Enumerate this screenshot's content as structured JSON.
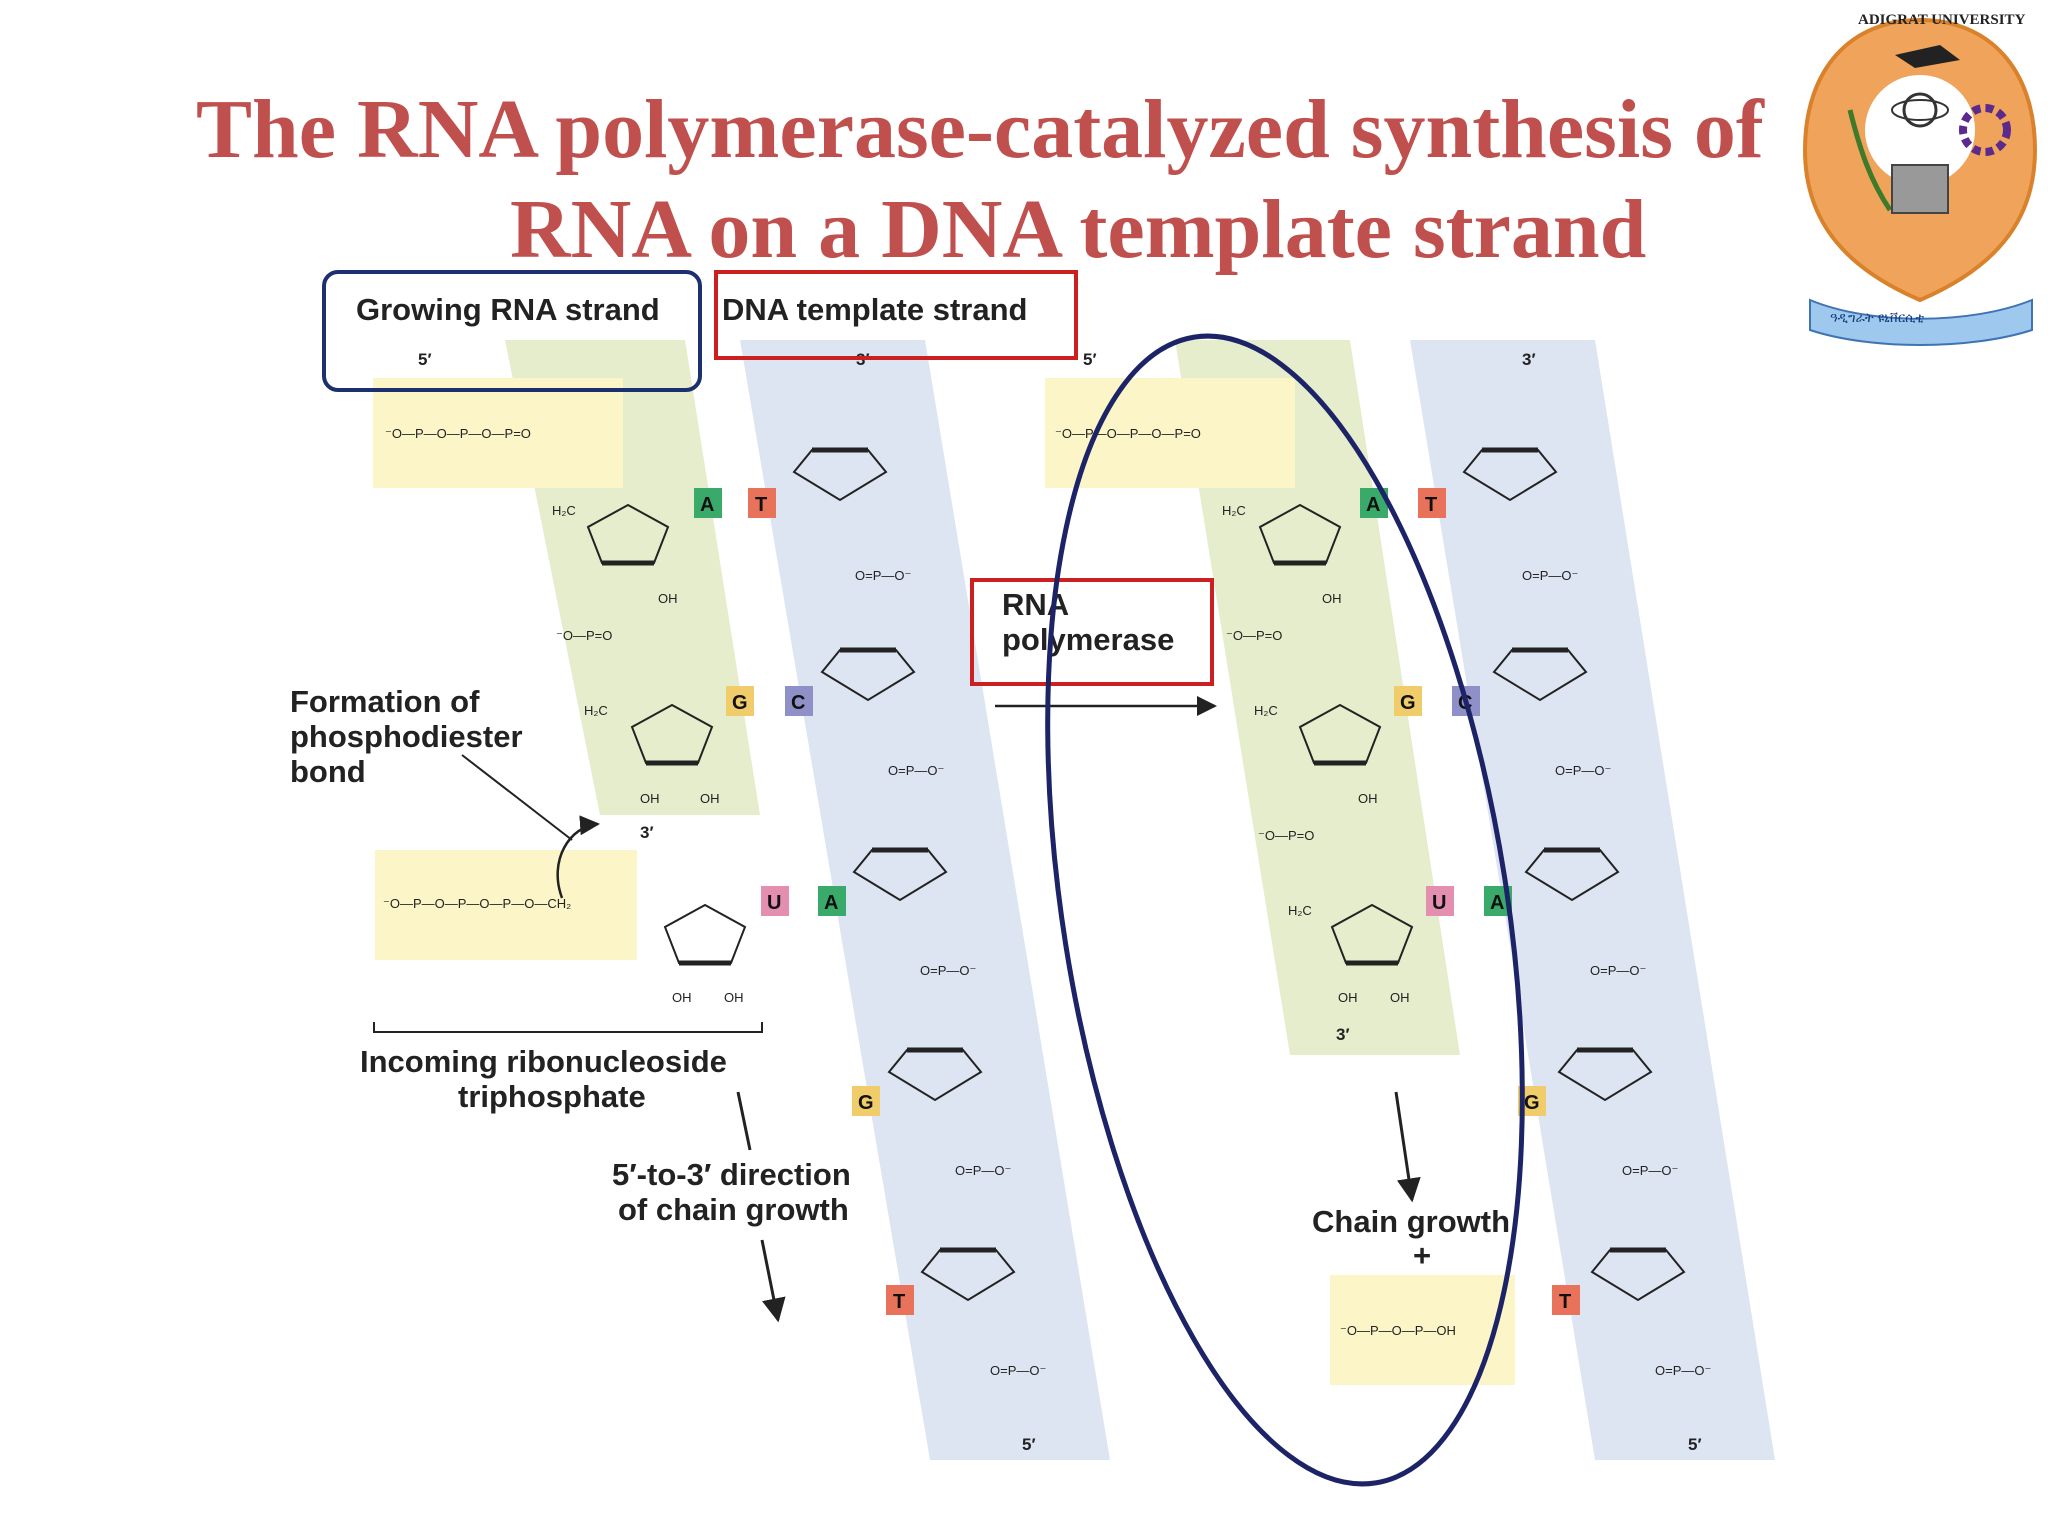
{
  "title": {
    "line1": "The RNA polymerase-catalyzed synthesis of",
    "line2": "RNA on a DNA template strand"
  },
  "logo": {
    "text": "ADIGRAT UNIVERSITY",
    "ribbon": "ዓዲግራት ዩኒቨርሲቲ"
  },
  "labels": {
    "growing_rna": "Growing RNA strand",
    "dna_template": "DNA template strand",
    "rna_polymerase_1": "RNA",
    "rna_polymerase_2": "polymerase",
    "phospho_1": "Formation of",
    "phospho_2": "phosphodiester",
    "phospho_3": "bond",
    "incoming_1": "Incoming ribonucleoside",
    "incoming_2": "triphosphate",
    "direction_1": "5′-to-3′ direction",
    "direction_2": "of chain growth",
    "chain_growth": "Chain growth",
    "plus": "+"
  },
  "ends": {
    "five": "5′",
    "three": "3′"
  },
  "chem": {
    "h": "H",
    "o": "O",
    "oh": "OH",
    "ch2": "CH₂",
    "h2c": "H₂C",
    "phosphate_dna": "O=P—O⁻",
    "phosphate_rna": "⁻O—P=O",
    "triphosphate": "⁻O—P—O—P—O—P—O—CH₂",
    "triphosphate_top": "⁻O—P—O—P—O—P=O",
    "pyrophosphate": "⁻O—P—O—P—OH",
    "o_minus": "O⁻"
  },
  "bases_rna_left": [
    "A",
    "G",
    "U"
  ],
  "bases_dna_left": [
    "T",
    "C",
    "A",
    "G",
    "T"
  ],
  "bases_rna_right": [
    "A",
    "G",
    "U"
  ],
  "bases_dna_right": [
    "T",
    "C",
    "A",
    "G",
    "T"
  ],
  "colors": {
    "title": "#c0504d",
    "rna_band": "#e6edcc",
    "dna_band": "#dde4f2",
    "phosphate_box": "#fbf5c8",
    "base_A": "#3aaa6a",
    "base_T": "#e8735a",
    "base_G": "#f0cd6a",
    "base_C": "#8f90c8",
    "base_U": "#e58fb0",
    "box_blue": "#1c2f6e",
    "box_red": "#cc1f1f",
    "ellipse": "#1c2366"
  }
}
